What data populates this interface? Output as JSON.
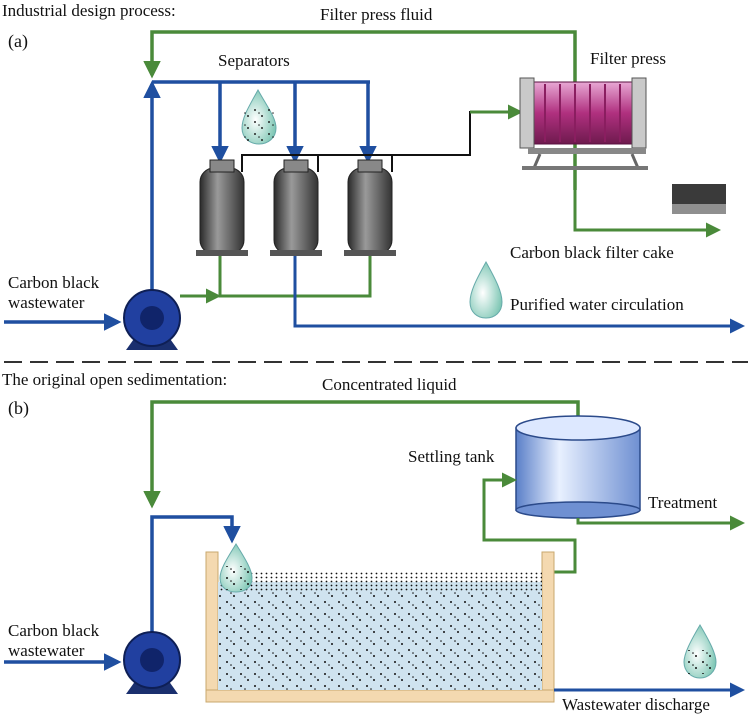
{
  "panel_a": {
    "heading": "Industrial design process:",
    "tag": "(a)",
    "labels": {
      "filter_press_fluid": "Filter press fluid",
      "separators": "Separators",
      "filter_press": "Filter press",
      "carbon_black_wastewater_1": "Carbon black",
      "carbon_black_wastewater_2": "wastewater",
      "filter_cake": "Carbon black filter cake",
      "purified_water": "Purified water circulation"
    }
  },
  "panel_b": {
    "heading": "The original open sedimentation:",
    "tag": "(b)",
    "labels": {
      "concentrated_liquid": "Concentrated liquid",
      "settling_tank": "Settling tank",
      "treatment": "Treatment",
      "carbon_black_wastewater_1": "Carbon black",
      "carbon_black_wastewater_2": "wastewater",
      "wastewater_discharge": "Wastewater discharge"
    }
  },
  "colors": {
    "green_flow": "#4a8a3a",
    "blue_flow": "#1f4fa0",
    "filter_press": "#b0307f",
    "tank": "#9fb8e6",
    "water": "#cfe3ef",
    "basin_wall": "#f4d9b0"
  }
}
